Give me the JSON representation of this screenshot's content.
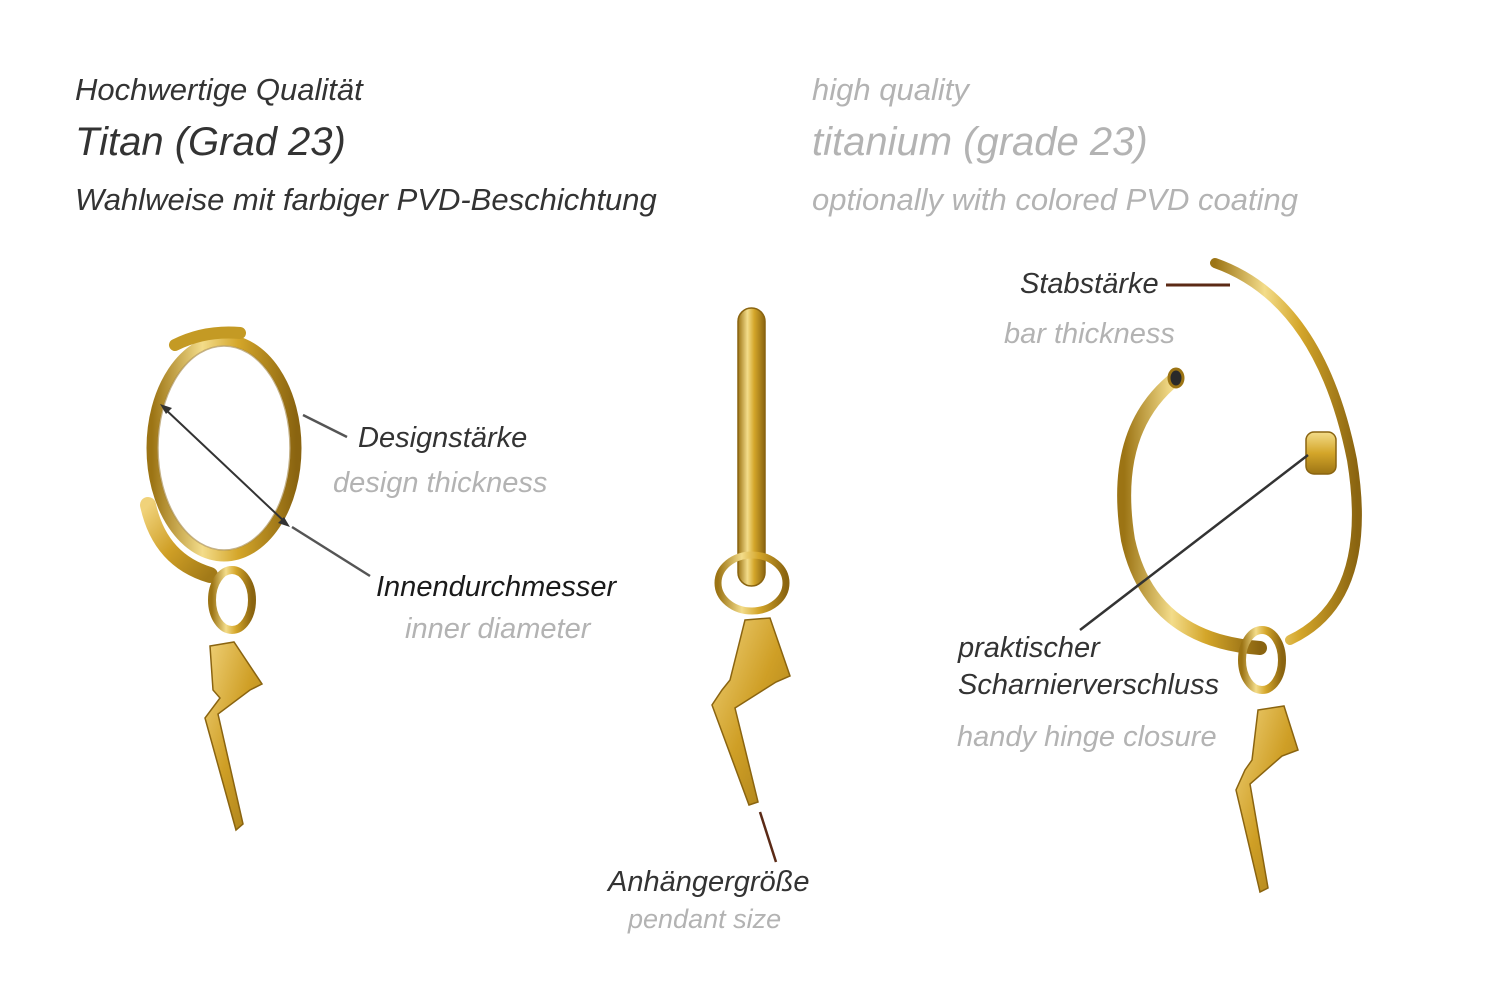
{
  "header": {
    "de_line1": "Hochwertige Qualität",
    "de_line2": "Titan (Grad 23)",
    "de_line3": "Wahlweise mit farbiger PVD-Beschichtung",
    "en_line1": "high quality",
    "en_line2": "titanium (grade 23)",
    "en_line3": "optionally with colored PVD coating"
  },
  "labels": {
    "design_de": "Designstärke",
    "design_en": "design thickness",
    "inner_de": "Innendurchmesser",
    "inner_en": "inner diameter",
    "pendant_de": "Anhängergröße",
    "pendant_en": "pendant size",
    "bar_de": "Stabstärke",
    "bar_en": "bar thickness",
    "hinge_de_1": "praktischer",
    "hinge_de_2": "Scharnierverschluss",
    "hinge_en": "handy hinge closure"
  },
  "colors": {
    "gold": "#d4a62a",
    "gold_dark": "#9c7414",
    "gold_light": "#f3dc8a",
    "leader_gray": "#555555",
    "leader_brown": "#5b2a16"
  }
}
